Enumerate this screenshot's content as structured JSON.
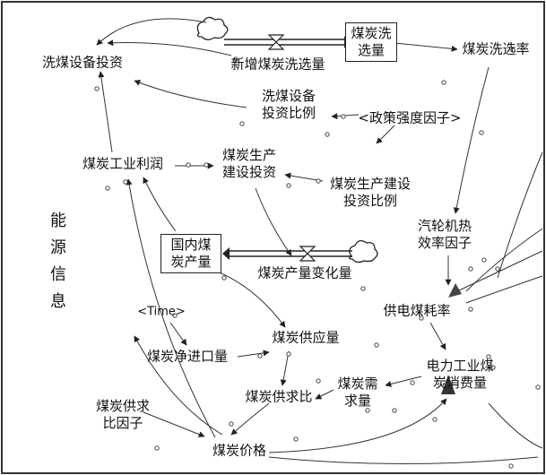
{
  "stocks": {
    "washing_capacity": [
      "煤炭洗",
      "选量"
    ],
    "domestic_output": [
      "国内煤",
      "炭产量"
    ]
  },
  "variables": {
    "washing_investment": "洗煤设备投资",
    "new_washing": "新增煤炭洗选量",
    "washing_rate": "煤炭洗选率",
    "washing_invest_ratio": [
      "洗煤设备",
      "投资比例"
    ],
    "policy_factor": "<政策强度因子>",
    "industry_profit": "煤炭工业利润",
    "production_investment": [
      "煤炭生产",
      "建设投资"
    ],
    "production_invest_ratio": [
      "煤炭生产建设",
      "投资比例"
    ],
    "turbine_factor": [
      "汽轮机热",
      "效率因子"
    ],
    "output_change": "煤炭产量变化量",
    "time": "<Time>",
    "coal_supply": "煤炭供应量",
    "power_coal_rate": "供电煤耗率",
    "net_import": "煤炭净进口量",
    "power_consumption": [
      "电力工业煤",
      "炭消费量"
    ],
    "coal_demand": [
      "煤炭需",
      "求量"
    ],
    "supply_demand_ratio": "煤炭供求比",
    "supply_demand_factor": [
      "煤炭供求",
      "比因子"
    ],
    "coal_price": "煤炭价格"
  },
  "side_label": [
    "能",
    "源",
    "信",
    "息"
  ]
}
